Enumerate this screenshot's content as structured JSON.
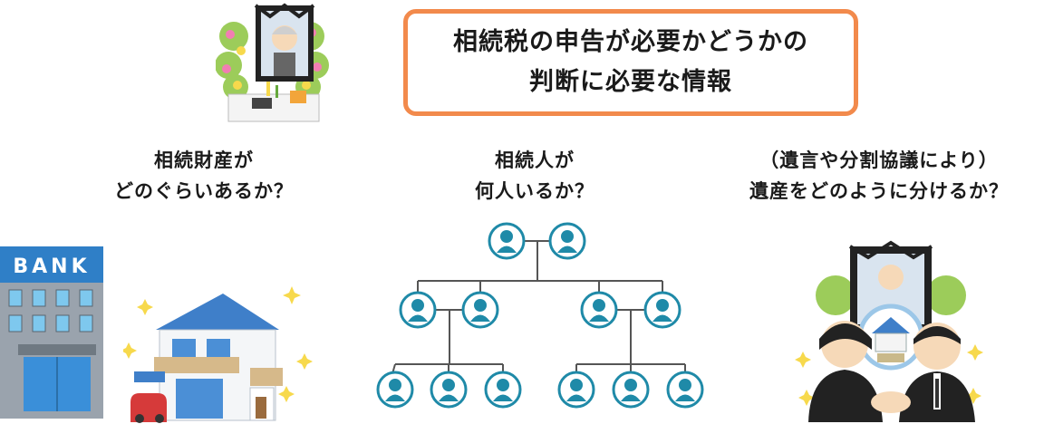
{
  "title": {
    "line1": "相続税の申告が必要かどうかの",
    "line2": "判断に必要な情報"
  },
  "columns": [
    {
      "line1": "相続財産が",
      "line2": "どのぐらいあるか？"
    },
    {
      "line1": "相続人が",
      "line2": "何人いるか？"
    },
    {
      "line1": "（遺言や分割協議により）",
      "line2": "遺産をどのように分けるか？"
    }
  ],
  "bank_sign": "BANK",
  "colors": {
    "title_border": "#f28a4c",
    "person_icon": "#1f8aa8",
    "tree_line": "#555555",
    "bank_blue": "#2f7fc7",
    "roof_blue": "#3f7fc9"
  },
  "icons": [
    "funeral-altar-icon",
    "bank-icon",
    "house-icon",
    "person-icon",
    "handshake-icon",
    "spark-icon"
  ]
}
